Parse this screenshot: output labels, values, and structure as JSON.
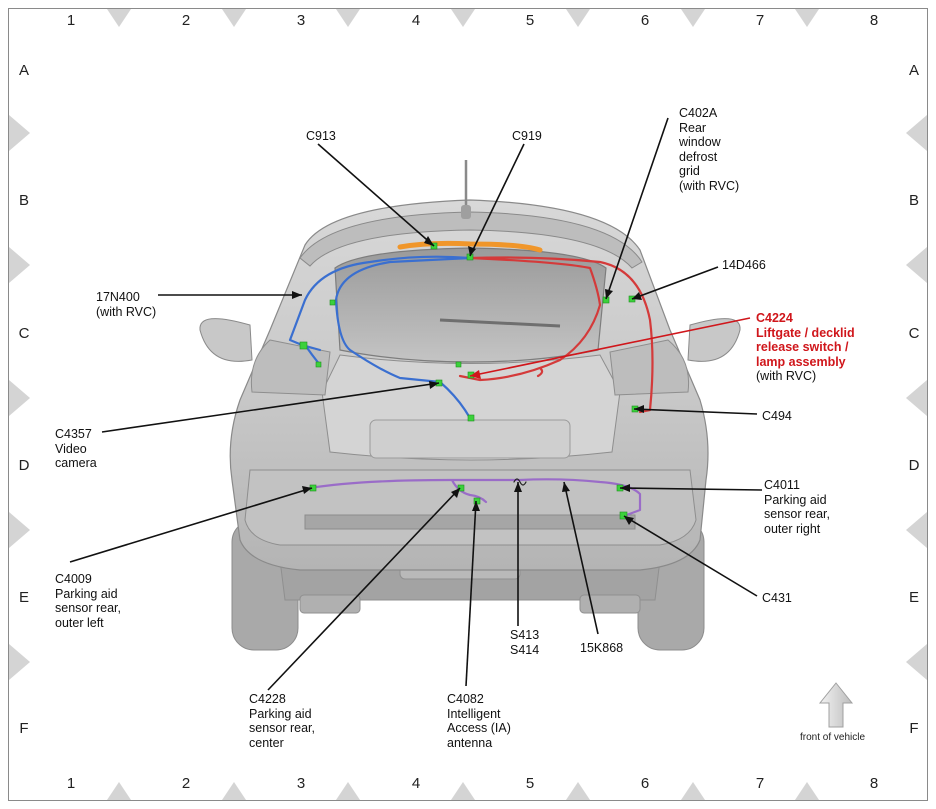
{
  "grid": {
    "columns": [
      "1",
      "2",
      "3",
      "4",
      "5",
      "6",
      "7",
      "8"
    ],
    "rows": [
      "A",
      "B",
      "C",
      "D",
      "E",
      "F"
    ]
  },
  "callouts": {
    "c913": "C913",
    "c919": "C919",
    "c402a": "C402A\nRear\nwindow\ndefrost\ngrid\n(with RVC)",
    "n14d466": "14D466",
    "n17n400": "17N400\n(with RVC)",
    "c4224": "C4224\nLiftgate / decklid\nrelease switch /\nlamp assembly",
    "c4224_note": "(with RVC)",
    "c494": "C494",
    "c4357": "C4357\nVideo\ncamera",
    "c4011": "C4011\nParking aid\nsensor rear,\nouter right",
    "c4009": "C4009\nParking aid\nsensor rear,\nouter left",
    "c431": "C431",
    "s413": "S413\nS414",
    "n15k868": "15K868",
    "c4228": "C4228\nParking aid\nsensor rear,\ncenter",
    "c4082": "C4082\nIntelligent\nAccess (IA)\nantenna"
  },
  "front_of_vehicle": "front of vehicle",
  "colors": {
    "blue_harness": "#3a6fd0",
    "red_harness": "#d43a3a",
    "orange_harness": "#f0962a",
    "purple_harness": "#9a6cc8",
    "connector": "#3bd13b",
    "highlight_label": "#d0161b"
  }
}
